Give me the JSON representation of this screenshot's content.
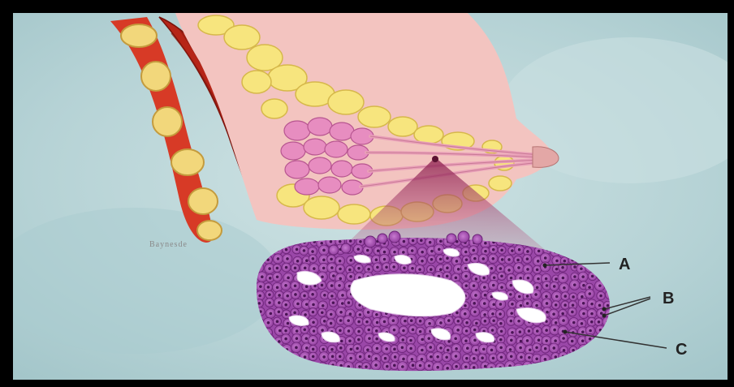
{
  "diagram": {
    "signature": "Baynesde",
    "labels": [
      "A",
      "B",
      "C"
    ],
    "colors": {
      "background": "#b8d4d6",
      "muscle": "#c0281e",
      "fat": "#f6e27a",
      "lobules": "#e88fbf",
      "section_cells": "#a24fae",
      "zoom_cone": "#a63a6a"
    }
  }
}
